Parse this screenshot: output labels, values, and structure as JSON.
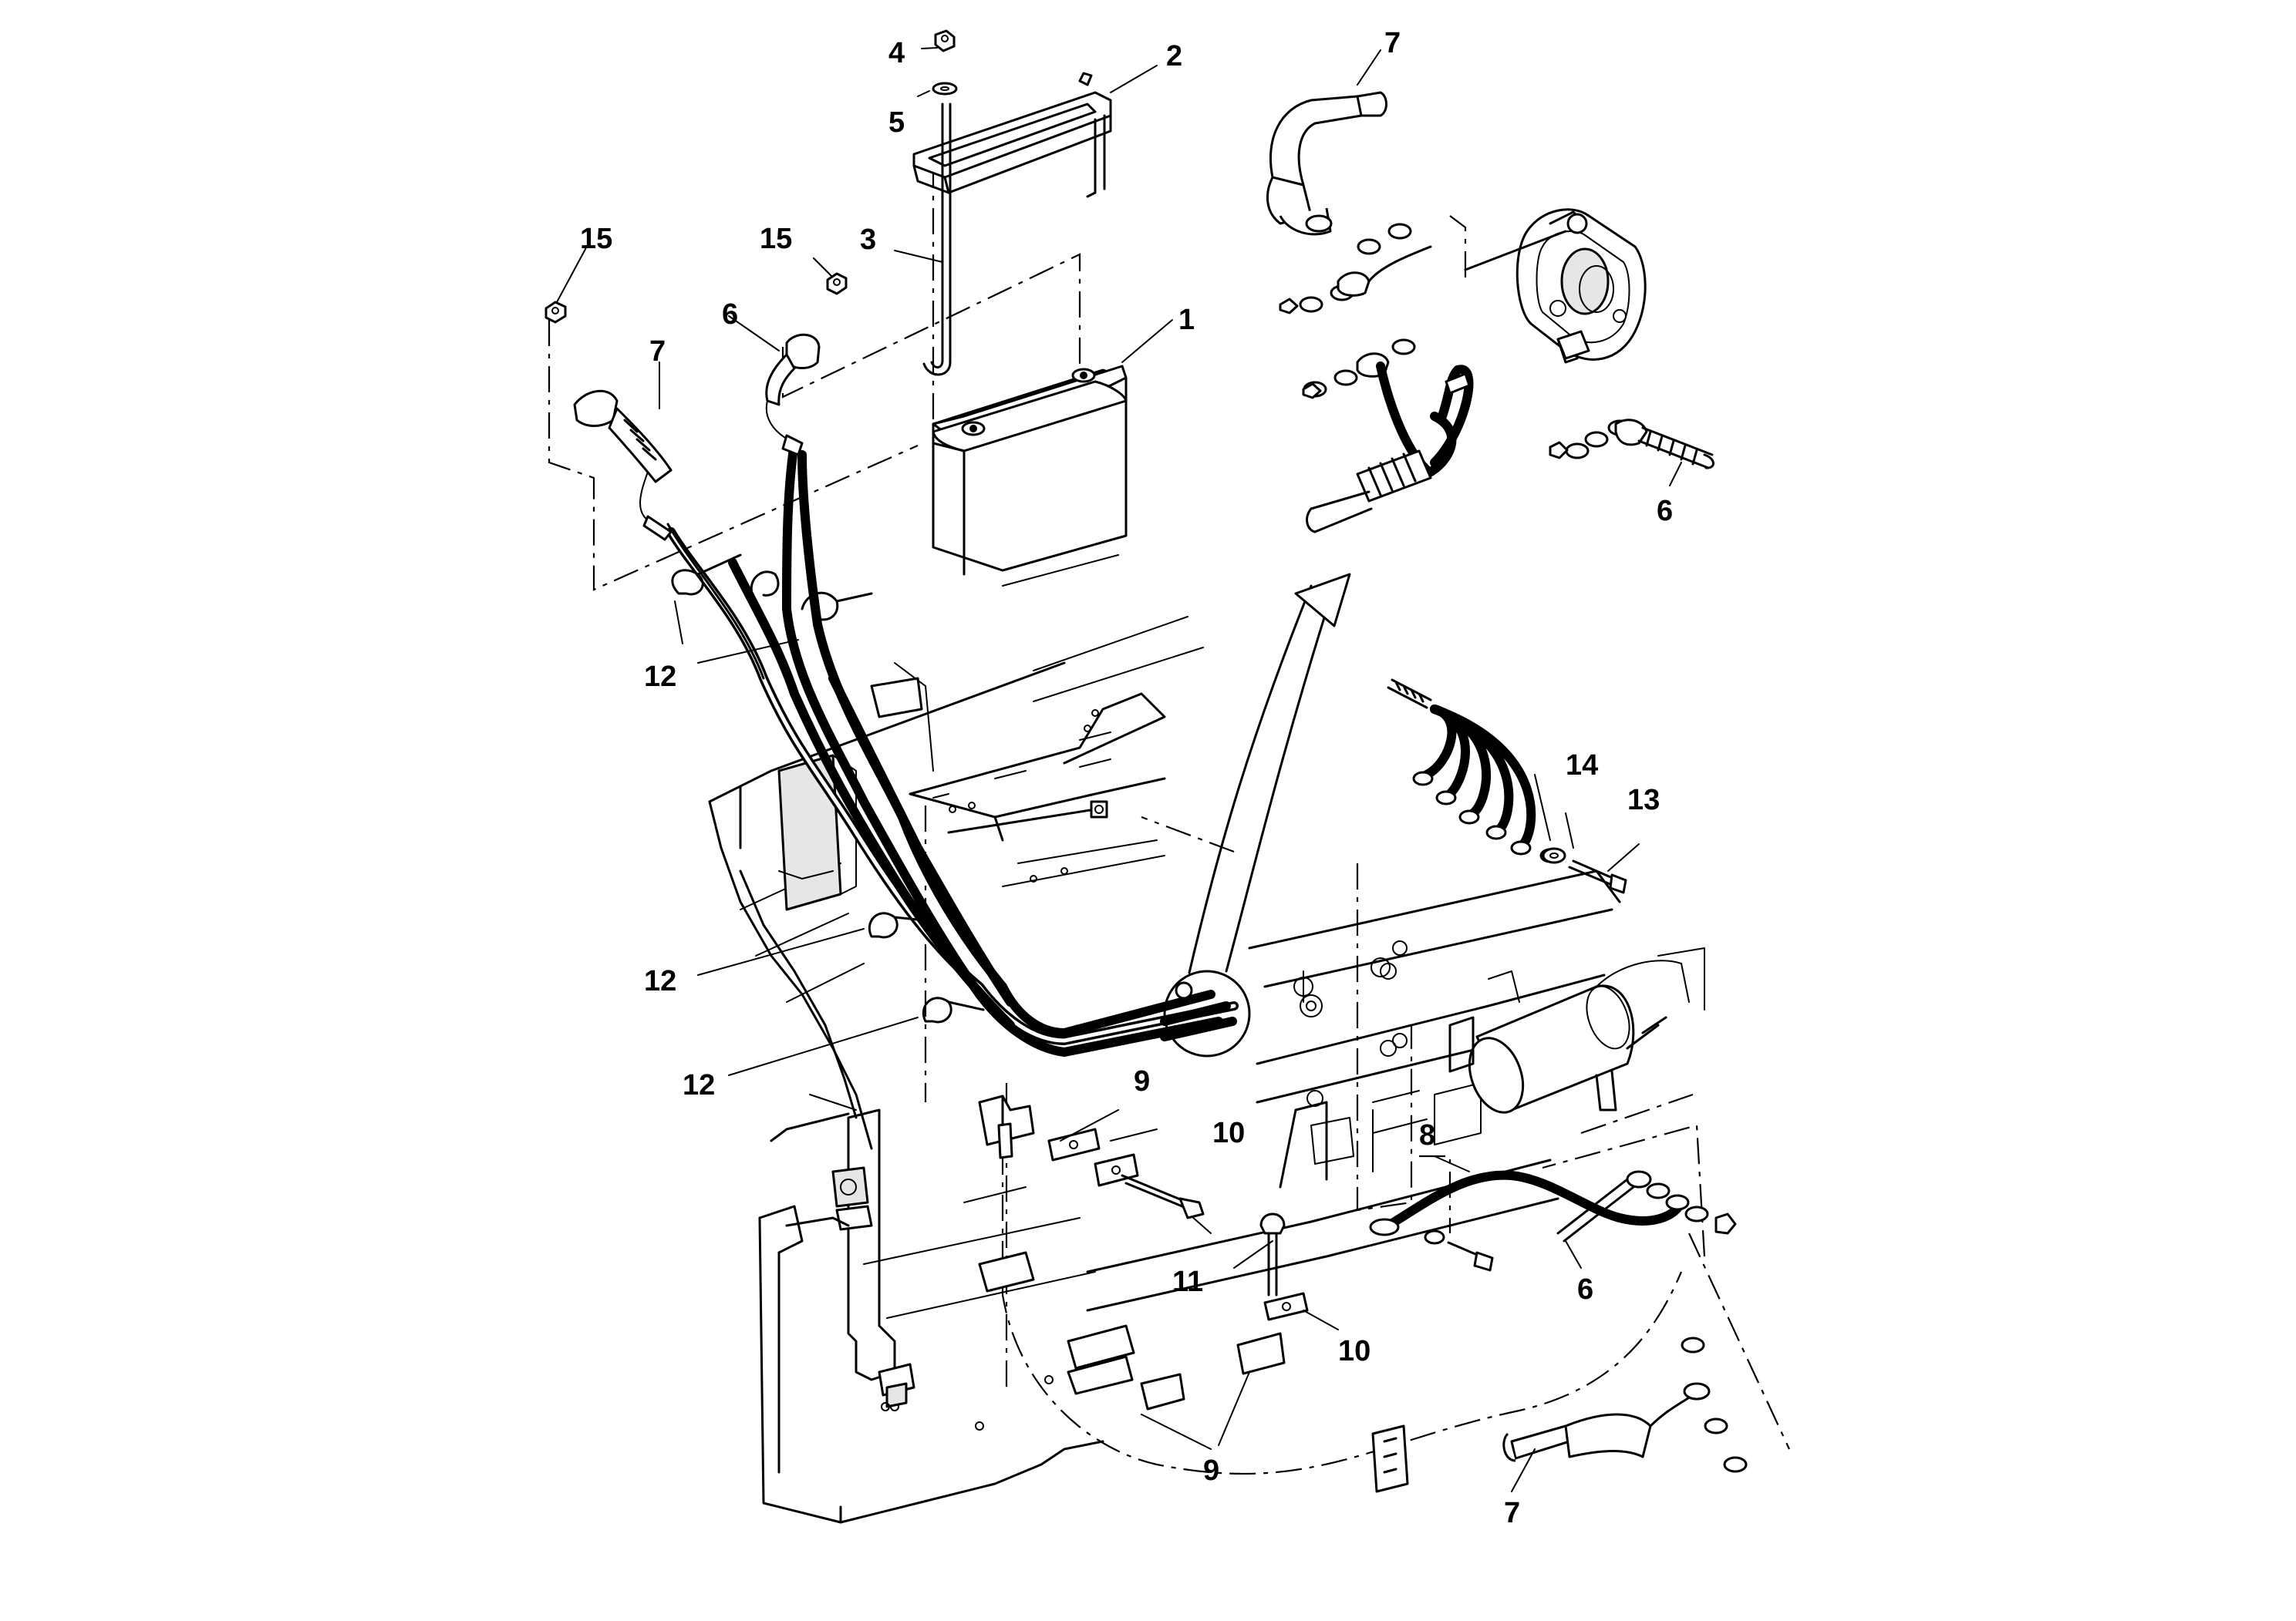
{
  "diagram": {
    "callouts": [
      {
        "id": "c1",
        "label": "1"
      },
      {
        "id": "c2",
        "label": "2"
      },
      {
        "id": "c3",
        "label": "3"
      },
      {
        "id": "c4",
        "label": "4"
      },
      {
        "id": "c5",
        "label": "5"
      },
      {
        "id": "c6a",
        "label": "6"
      },
      {
        "id": "c6b",
        "label": "6"
      },
      {
        "id": "c6c",
        "label": "6"
      },
      {
        "id": "c7a",
        "label": "7"
      },
      {
        "id": "c7b",
        "label": "7"
      },
      {
        "id": "c7c",
        "label": "7"
      },
      {
        "id": "c8",
        "label": "8"
      },
      {
        "id": "c9a",
        "label": "9"
      },
      {
        "id": "c9b",
        "label": "9"
      },
      {
        "id": "c10a",
        "label": "10"
      },
      {
        "id": "c10b",
        "label": "10"
      },
      {
        "id": "c11",
        "label": "11"
      },
      {
        "id": "c12a",
        "label": "12"
      },
      {
        "id": "c12b",
        "label": "12"
      },
      {
        "id": "c12c",
        "label": "12"
      },
      {
        "id": "c13",
        "label": "13"
      },
      {
        "id": "c14",
        "label": "14"
      },
      {
        "id": "c15a",
        "label": "15"
      },
      {
        "id": "c15b",
        "label": "15"
      }
    ]
  }
}
